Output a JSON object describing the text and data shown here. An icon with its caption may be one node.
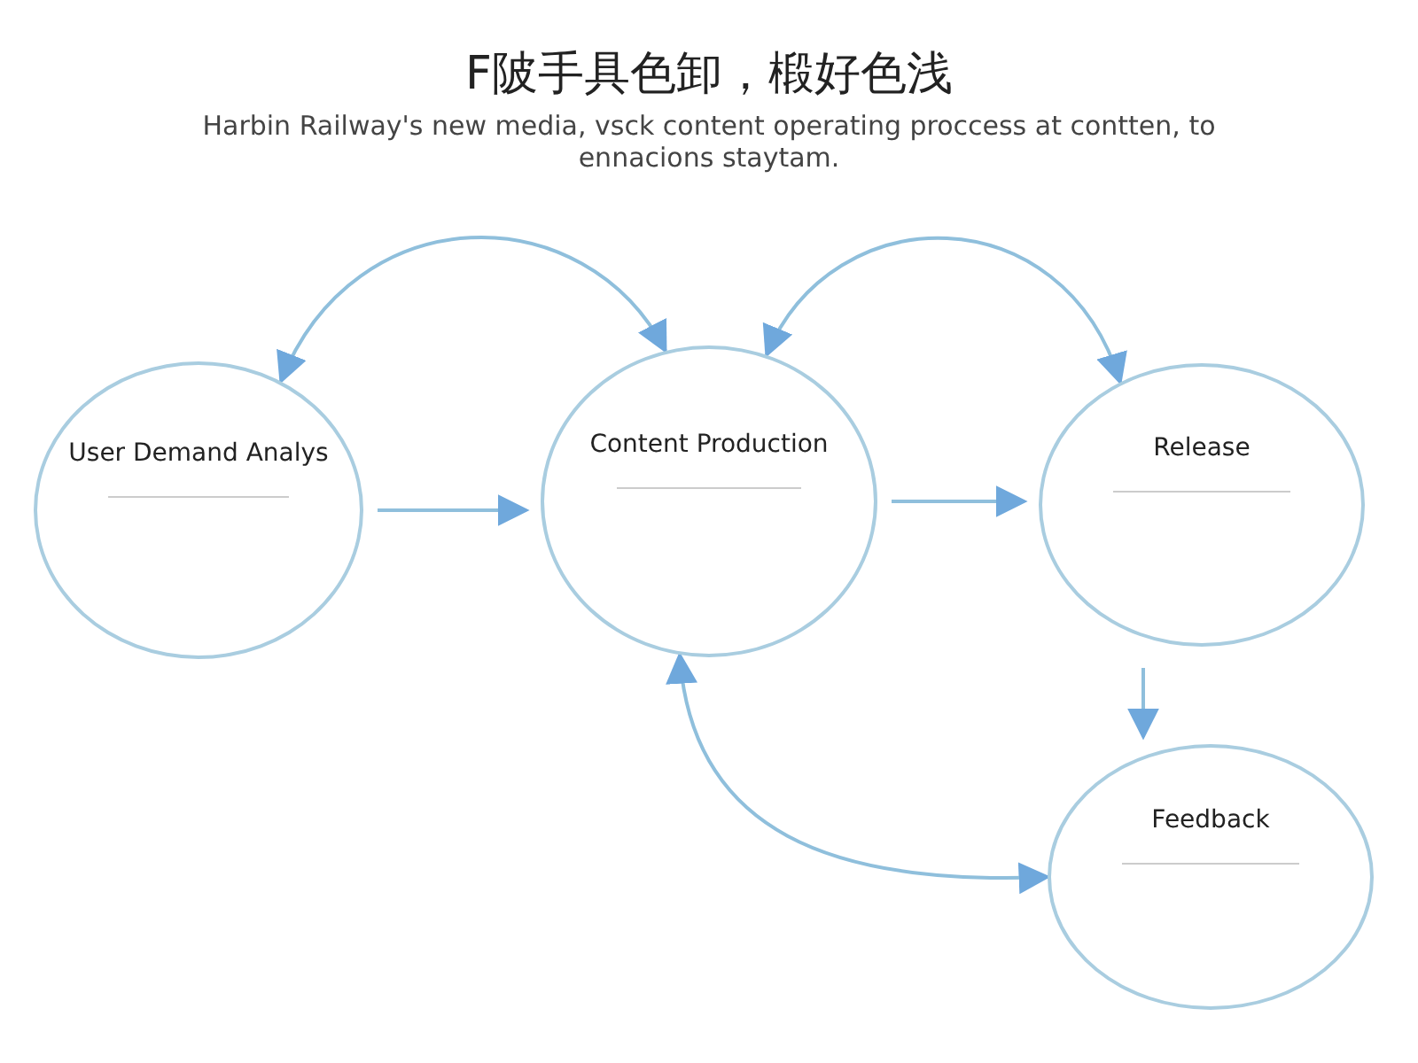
{
  "diagram": {
    "title": "F陂手具色卸，椴好色浅",
    "caption": "Harbin Railway's new media, vsck content operating proccess at contten, to ennacions staytam.",
    "nodes": [
      {
        "text": [
          "User Demand Analys"
        ]
      },
      {
        "text": [
          "Content Production"
        ]
      },
      {
        "text": [
          "Release"
        ]
      },
      {
        "text": [
          "Feedback"
        ]
      }
    ],
    "edges": [
      {
        "from": 1,
        "to": 0,
        "arrow": "both"
      },
      {
        "from": 1,
        "to": 2,
        "arrow": "both"
      },
      {
        "from": 0,
        "to": 1,
        "arrow": "to"
      },
      {
        "from": 1,
        "to": 2,
        "arrow": "to"
      },
      {
        "from": 2,
        "to": 3,
        "arrow": "to"
      },
      {
        "from": 3,
        "to": 1,
        "arrow": "both"
      }
    ]
  }
}
